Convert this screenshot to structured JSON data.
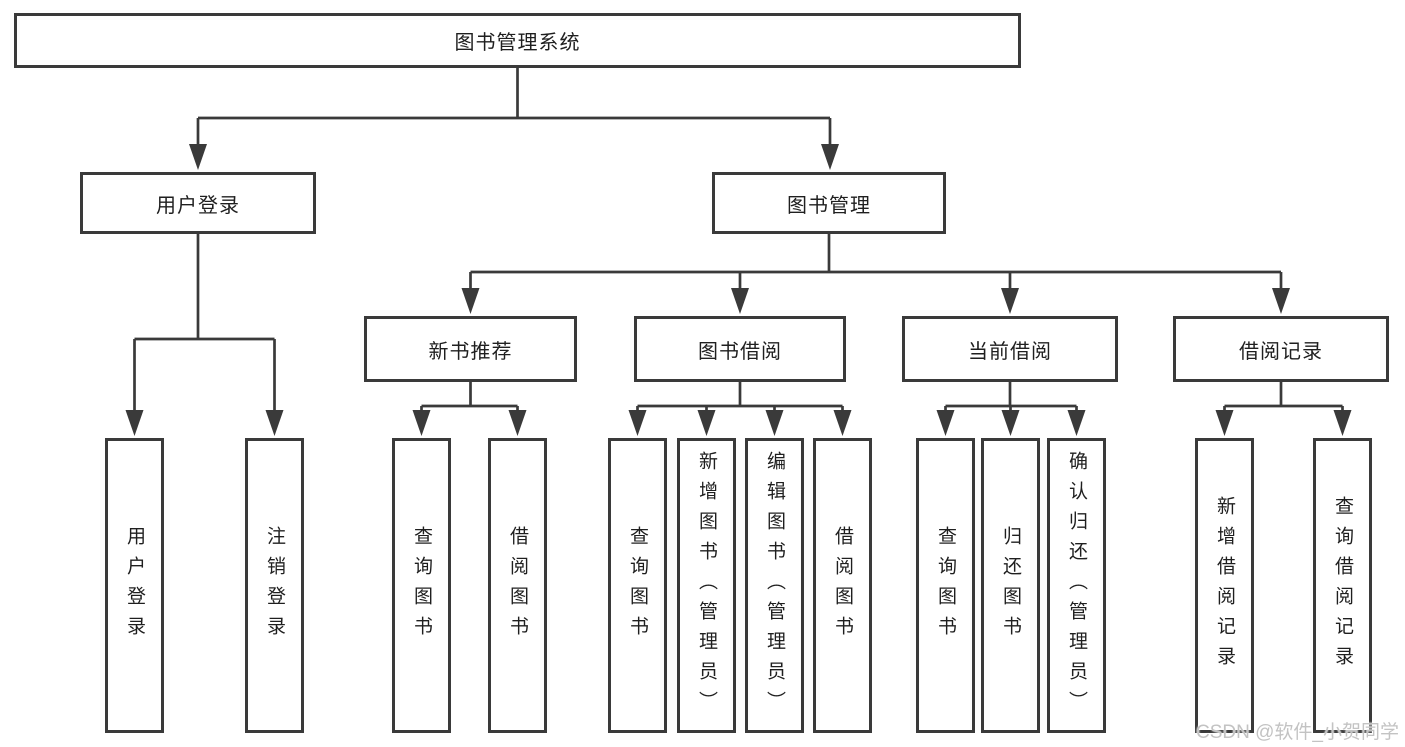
{
  "colors": {
    "line": "#3a3a3a",
    "text": "#1f1f1f",
    "bg": "#ffffff",
    "watermark": "#c3c3c3"
  },
  "watermark": {
    "text": "CSDN @软件_小贺同学"
  },
  "nodes": {
    "root": {
      "label": "图书管理系统"
    },
    "user_login": {
      "label": "用户登录"
    },
    "book_mgmt": {
      "label": "图书管理"
    },
    "new_book_rec": {
      "label": "新书推荐"
    },
    "book_borrow": {
      "label": "图书借阅"
    },
    "current_borrow": {
      "label": "当前借阅"
    },
    "borrow_records": {
      "label": "借阅记录"
    },
    "leaf_user_login": {
      "label": "用户登录"
    },
    "leaf_logout": {
      "label": "注销登录"
    },
    "leaf_query_book_1": {
      "label": "查询图书"
    },
    "leaf_borrow_book_1": {
      "label": "借阅图书"
    },
    "leaf_query_book_2": {
      "label": "查询图书"
    },
    "leaf_add_book": {
      "label": "新增图书（管理员）"
    },
    "leaf_edit_book": {
      "label": "编辑图书（管理员）"
    },
    "leaf_borrow_book_2": {
      "label": "借阅图书"
    },
    "leaf_query_book_3": {
      "label": "查询图书"
    },
    "leaf_return_book": {
      "label": "归还图书"
    },
    "leaf_confirm_return": {
      "label": "确认归还（管理员）"
    },
    "leaf_add_borrow_record": {
      "label": "新增借阅记录"
    },
    "leaf_query_borrow_record": {
      "label": "查询借阅记录"
    }
  }
}
